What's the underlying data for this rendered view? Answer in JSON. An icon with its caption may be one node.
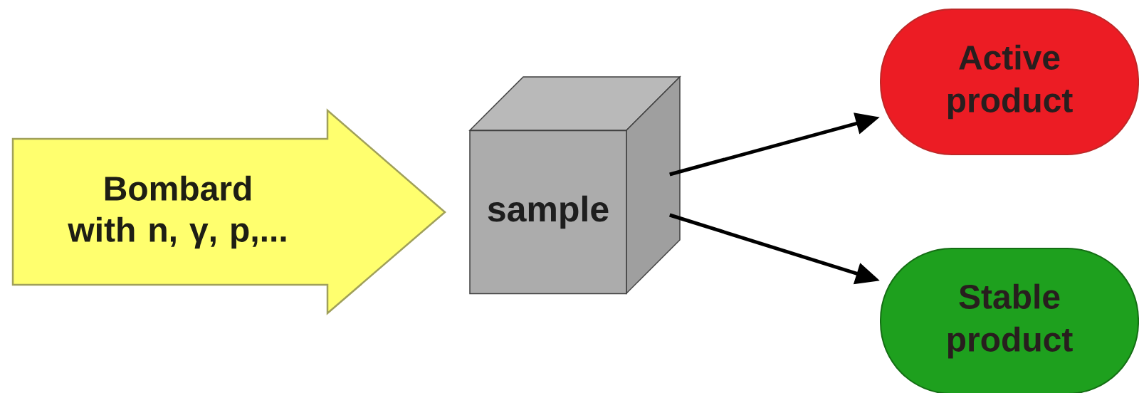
{
  "diagram": {
    "nodes": [
      {
        "text": [
          "Bombard with n, γ, p,..."
        ]
      },
      {
        "text": [
          "sample"
        ]
      },
      {
        "text": [
          "Active product"
        ]
      },
      {
        "text": [
          "Stable product"
        ]
      }
    ],
    "edges": [
      {
        "from": 1,
        "to": 2,
        "arrow": "to"
      },
      {
        "from": 1,
        "to": 3,
        "arrow": "to"
      }
    ]
  }
}
